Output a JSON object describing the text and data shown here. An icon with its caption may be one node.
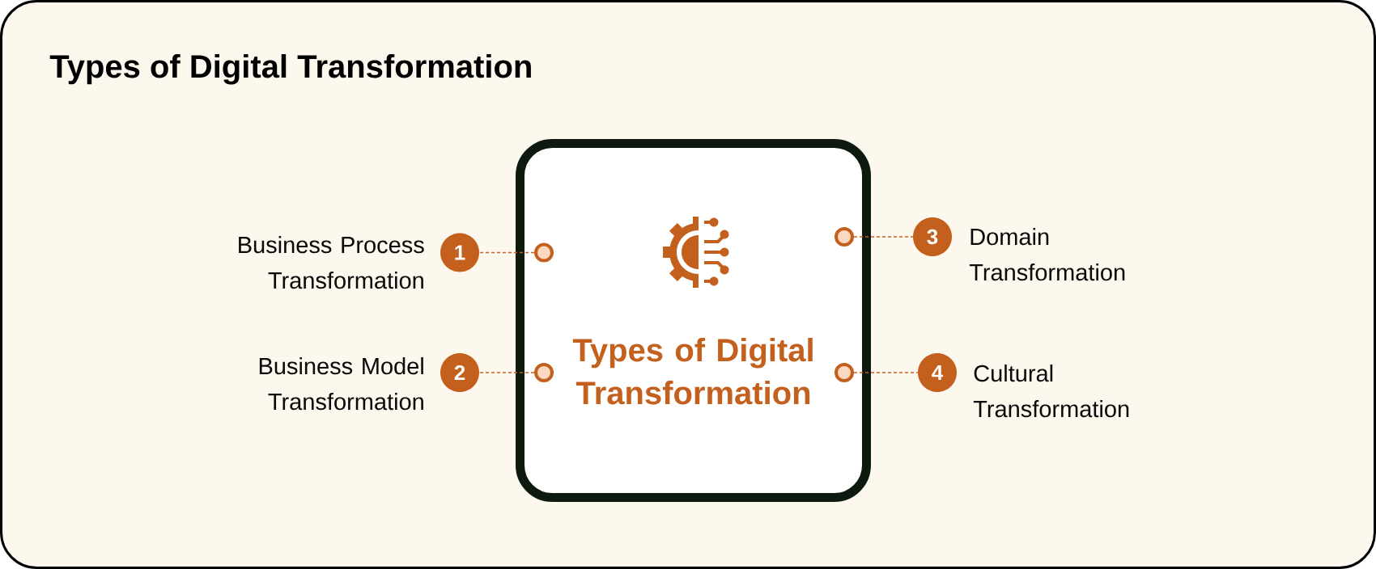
{
  "diagram": {
    "title": "Types of Digital Transformation",
    "nodes": [
      {
        "text": [
          "Types of Digital Transformation"
        ]
      },
      {
        "text": [],
        "shape": "circle",
        "in": 0
      },
      {
        "text": [],
        "shape": "circle",
        "in": 0
      },
      {
        "text": [],
        "shape": "circle",
        "in": 0
      },
      {
        "text": [],
        "shape": "circle",
        "in": 0
      },
      {
        "text": [
          "1"
        ],
        "beside": [
          "Business Process Transformation"
        ]
      },
      {
        "text": [
          "2"
        ],
        "beside": [
          "Business Model Transformation"
        ]
      },
      {
        "text": [
          "3"
        ],
        "beside": [
          "Domain Transformation"
        ]
      },
      {
        "text": [
          "4"
        ],
        "beside": [
          "Cultural Transformation"
        ]
      }
    ],
    "edges": [
      {
        "from": 1,
        "to": 5,
        "arrow": "none",
        "style": "dashed"
      },
      {
        "from": 2,
        "to": 6,
        "arrow": "none",
        "style": "dashed"
      },
      {
        "from": 3,
        "to": 7,
        "arrow": "none",
        "style": "dashed"
      },
      {
        "from": 4,
        "to": 8,
        "arrow": "none",
        "style": "dashed"
      }
    ]
  }
}
